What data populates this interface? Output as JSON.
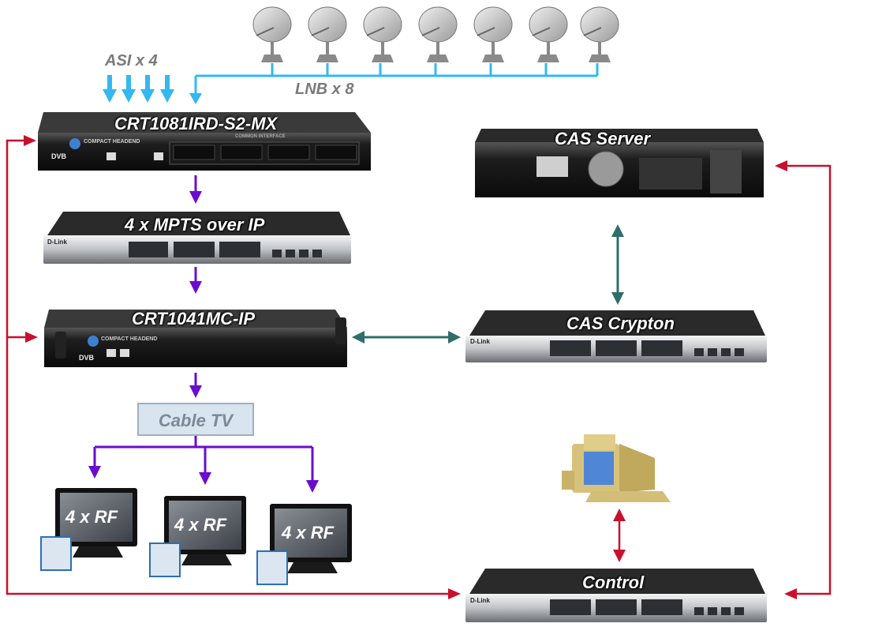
{
  "labels": {
    "asi": "ASI  x 4",
    "lnb": "LNB x 8",
    "receiver": "CRT1081IRD-S2-MX",
    "switch_mpts": "4 x MPTS over IP",
    "modulator": "CRT1041MC-IP",
    "cable_tv": "Cable TV",
    "tv": "4 x RF",
    "cas_server": "CAS Server",
    "cas_crypton": "CAS Crypton",
    "control": "Control"
  },
  "device_text": {
    "brand_headend": "COMPACT HEADEND",
    "common_interface": "COMMON INTERFACE",
    "switch_brand": "D-Link",
    "dvb": "DVB"
  },
  "colors": {
    "blue_arrow": "#33b8f0",
    "purple_arrow": "#6a0dcc",
    "teal_arrow": "#2f6e6a",
    "red_arrow": "#c8102e"
  },
  "satellite_dish_count": 7
}
